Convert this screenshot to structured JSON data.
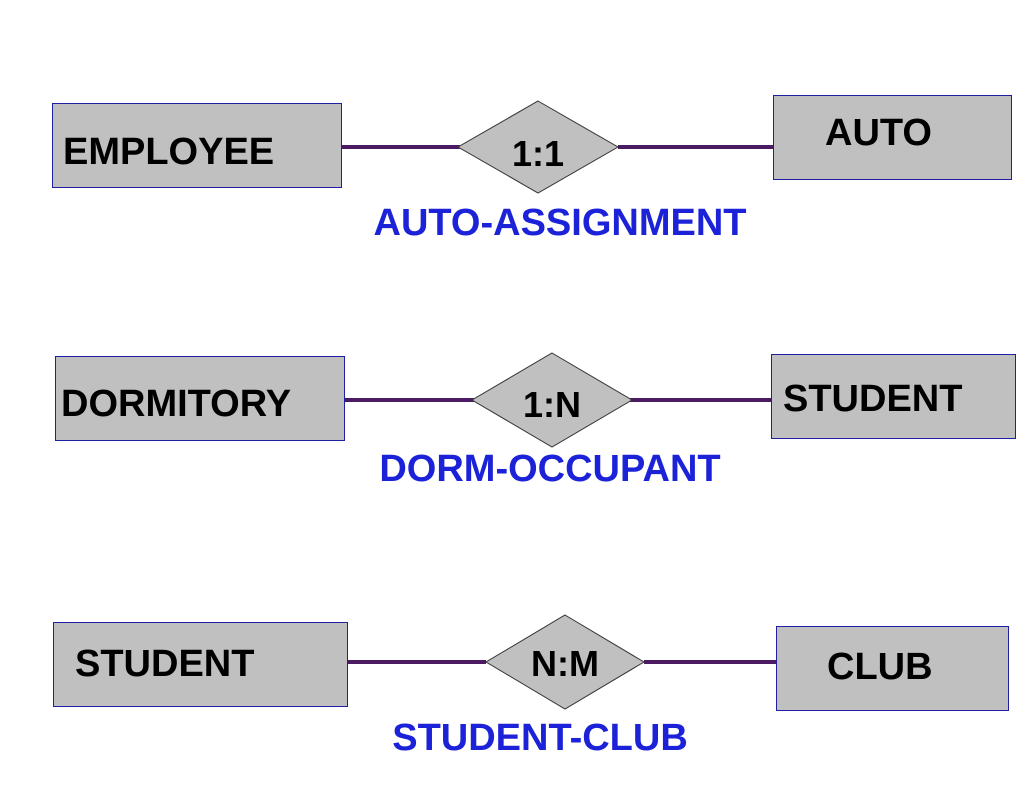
{
  "relationships": [
    {
      "left": "EMPLOYEE",
      "cardinality": "1:1",
      "right": "AUTO",
      "name": "AUTO-ASSIGNMENT"
    },
    {
      "left": "DORMITORY",
      "cardinality": "1:N",
      "right": "STUDENT",
      "name": "DORM-OCCUPANT"
    },
    {
      "left": "STUDENT",
      "cardinality": "N:M",
      "right": "CLUB",
      "name": "STUDENT-CLUB"
    }
  ],
  "colors": {
    "entity_fill": "#c0c0c0",
    "entity_border": "#1f1fa3",
    "connector_line": "#4b1a63",
    "relationship_name": "#1c22d8"
  }
}
